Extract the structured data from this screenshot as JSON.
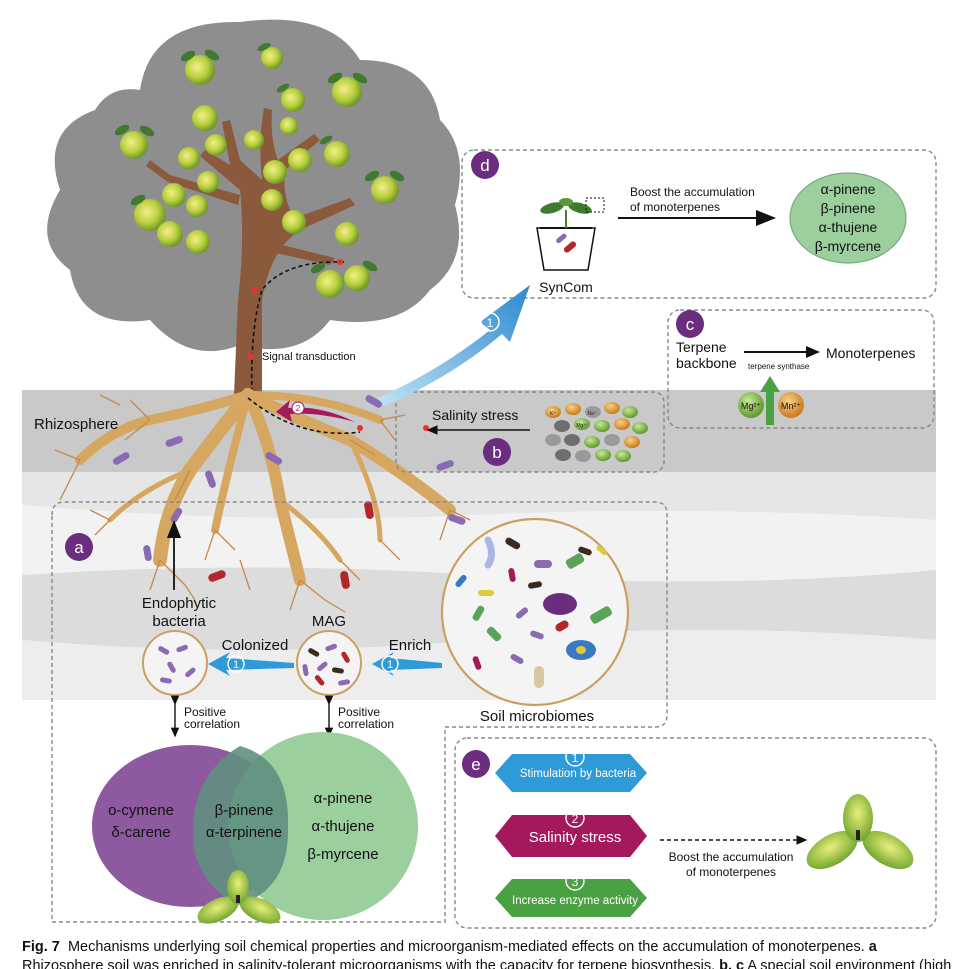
{
  "panels": {
    "a": "a",
    "b": "b",
    "c": "c",
    "d": "d",
    "e": "e"
  },
  "labels": {
    "rhizosphere": "Rhizosphere",
    "signal_transduction": "Signal transduction",
    "salinity_stress": "Salinity stress",
    "endophytic_1": "Endophytic",
    "endophytic_2": "bacteria",
    "mag": "MAG",
    "colonized": "Colonized",
    "enrich": "Enrich",
    "soil_microbiomes": "Soil microbiomes",
    "positive_1": "Positive",
    "correlation_1": "correlation",
    "positive_2": "Positive",
    "correlation_2": "correlation",
    "step1": "1",
    "step2": "2",
    "step3": "3"
  },
  "panel_d": {
    "syncom": "SynCom",
    "boost_1": "Boost the accumulation",
    "boost_2": "of monoterpenes",
    "terpenes": [
      "α-pinene",
      "β-pinene",
      "α-thujene",
      "β-myrcene"
    ]
  },
  "panel_c": {
    "terpene_1": "Terpene",
    "terpene_2": "backbone",
    "monoterpenes": "Monoterpenes",
    "enzyme": "terpene synthase",
    "mg": "Mg²⁺",
    "mn": "Mn²⁺"
  },
  "venn": {
    "left": [
      "o-cymene",
      "δ-carene"
    ],
    "middle": [
      "β-pinene",
      "α-terpinene"
    ],
    "right": [
      "α-pinene",
      "α-thujene",
      "β-myrcene"
    ]
  },
  "panel_e": {
    "step1": "Stimulation by bacteria",
    "step2": "Salinity stress",
    "step3": "Increase enzyme activity",
    "boost_1": "Boost the accumulation",
    "boost_2": "of monoterpenes"
  },
  "ions": [
    "K⁺",
    "Mg²⁺",
    "Na⁺"
  ],
  "caption": {
    "fig": "Fig. 7",
    "text": "Mechanisms underlying soil chemical properties and microorganism-mediated effects on the accumulation of monoterpenes.",
    "bold_a": "a",
    "line2": "Rhizosphere soil was enriched in salinity-tolerant microorganisms with the capacity for terpene biosynthesis.",
    "bold_bc": "b, c",
    "line2b": "A special soil environment (high"
  },
  "colors": {
    "purple": "#6b2d7e",
    "magenta": "#a3195b",
    "blue": "#2e9ad8",
    "green_venn": "#9ccf9e",
    "purple_venn": "#8d5aa0",
    "tree_canopy": "#8c8c8c",
    "root": "#d6a760",
    "soil_dark": "#c8c8c8"
  }
}
